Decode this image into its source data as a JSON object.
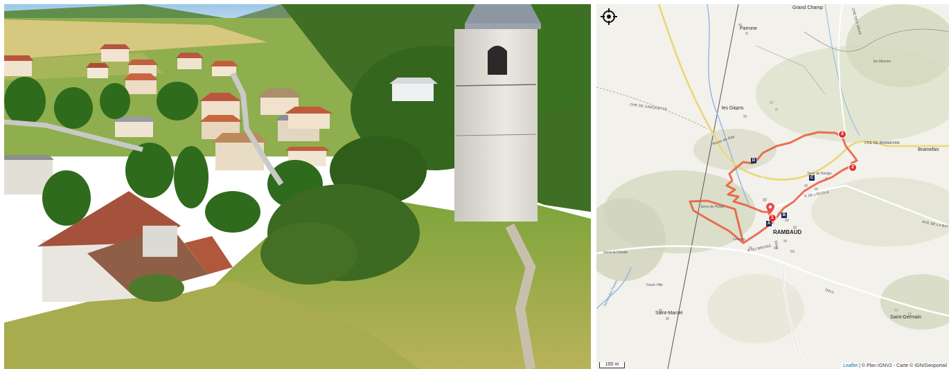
{
  "photo": {
    "alt_subject": "village-bell-tower-photo"
  },
  "map": {
    "places": {
      "grand_champ": "Grand Champ",
      "parrone": "Parrone",
      "les_meyries": "les Meyries",
      "les_girons": "les Girons",
      "bramefan": "Bramefan",
      "rambaud": "RAMBAUD",
      "saint_marcel": "Saint-Marcel",
      "saint_germain": "Saint-Germain",
      "foure_ville": "Foure Ville",
      "loumas": "Loumas",
      "serre_la_combe": "Serre la Combe",
      "serre_de_piolan": "Serre de Piolan",
      "terre_de_rovigo": "Terre de Rovigo"
    },
    "roads": {
      "che_de_carquette": "CHE DE CARQUETTE",
      "route_de_gap": "Route de Gap",
      "che_de_bramefan": "CHE DE BRAMEFAN",
      "rte_de_la_bat": "RTE DE LA BAT B",
      "r_du_bruisg": "R DU BRUISG",
      "che_des_gras": "CHE DES GRAS",
      "r_de_l_ecole": "R DE L'ECOLE",
      "d_942": "D942",
      "d_913": "D913",
      "torrent": "Torrent des Poines"
    },
    "markers": {
      "start": "1",
      "m2": "2",
      "m3": "3",
      "a": "A",
      "b": "B",
      "c": "C",
      "d": "D"
    },
    "scale_label": "100 m",
    "attribution": {
      "leaflet": "Leaflet",
      "text": "| © Plan IGNV2 - Carte © IGN/Geoportail"
    },
    "colors": {
      "route": "#e8593b",
      "marker": "#e32d2d",
      "marker_square": "#1b2a58",
      "water": "#6fa8dc",
      "relief": "#d9dcc6"
    }
  }
}
